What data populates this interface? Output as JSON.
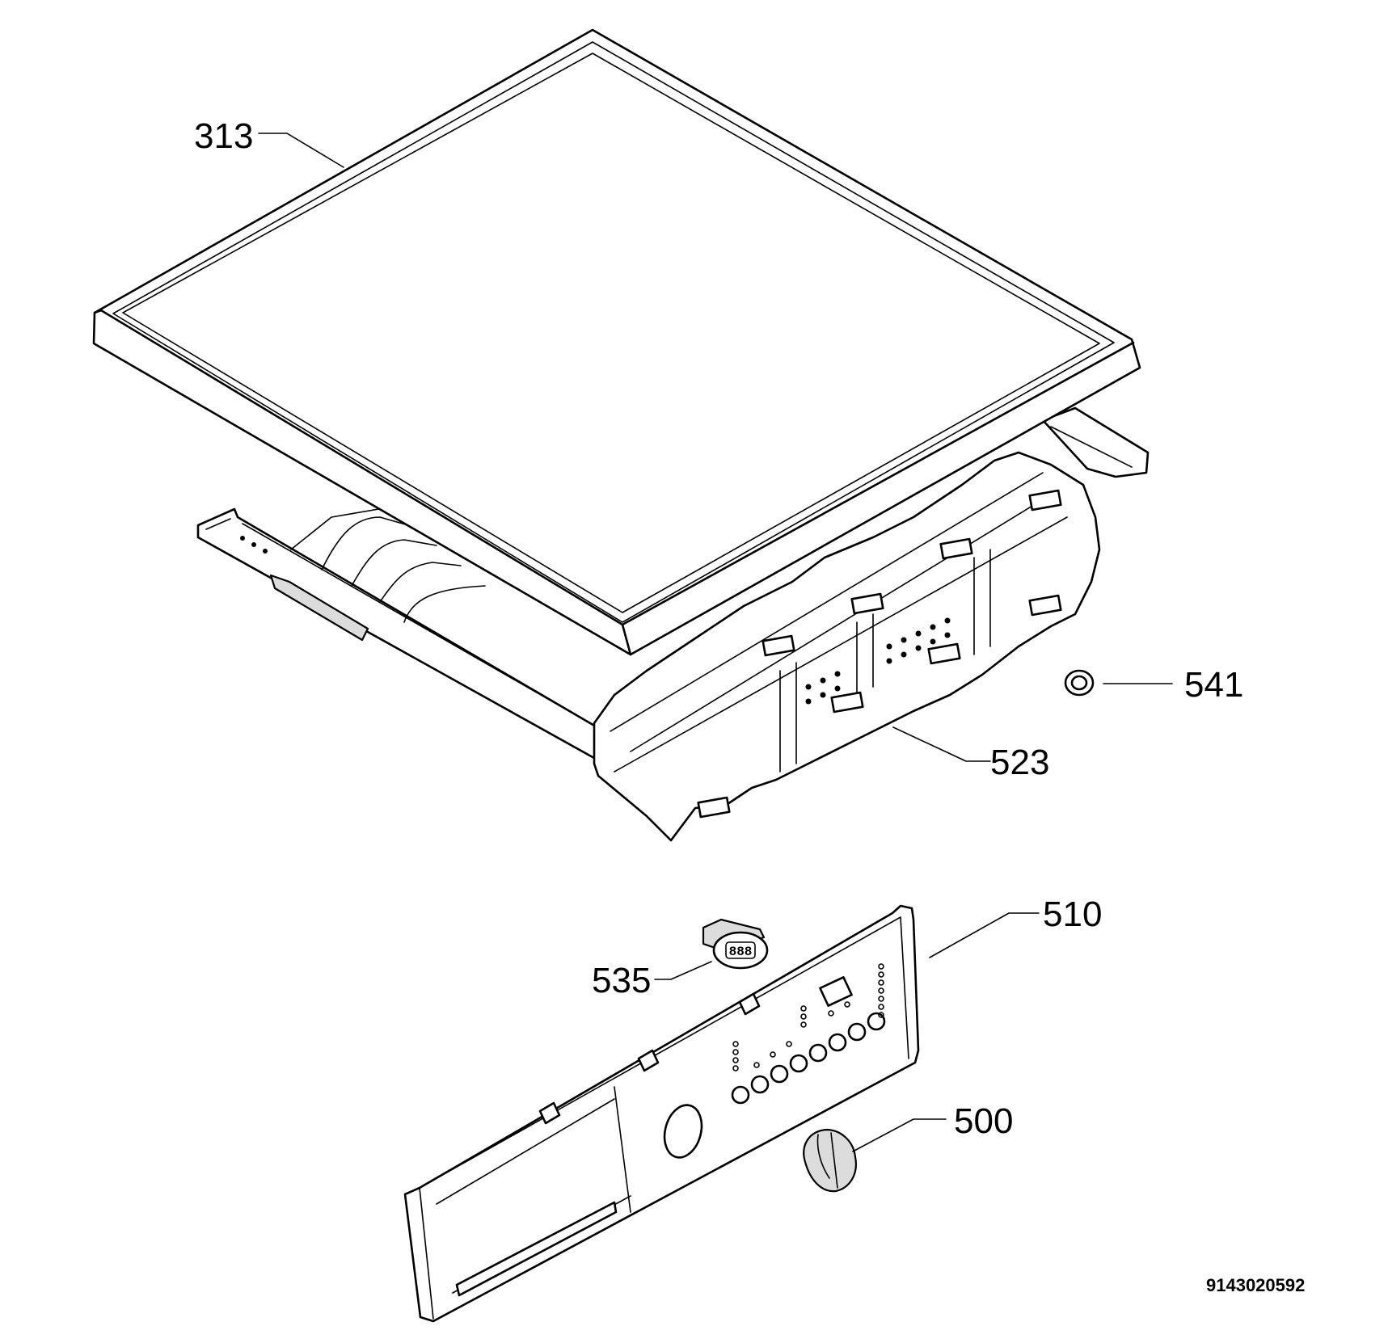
{
  "diagram": {
    "doc_number": "9143020592",
    "parts": [
      {
        "id": "313",
        "label": "313"
      },
      {
        "id": "541",
        "label": "541"
      },
      {
        "id": "523",
        "label": "523"
      },
      {
        "id": "510",
        "label": "510"
      },
      {
        "id": "535",
        "label": "535"
      },
      {
        "id": "500",
        "label": "500"
      }
    ],
    "display_digits": "888"
  }
}
